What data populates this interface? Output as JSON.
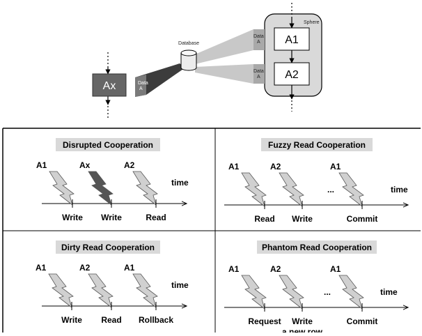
{
  "top": {
    "sphere_label": "Sphere",
    "database_label": "Database",
    "data_label_line1": "Data",
    "data_label_line2": "A",
    "nodes": {
      "ax": "Ax",
      "a1": "A1",
      "a2": "A2"
    }
  },
  "colors": {
    "ax_box": "#666666",
    "sphere_fill": "#d9d9d9",
    "title_fill": "#d9d9d9",
    "bolt_light": "#d0d0d0",
    "bolt_dark": "#555555",
    "beam_light": "#c8c8c8",
    "beam_dark": "#3c3c3c"
  },
  "panels": [
    {
      "title": "Disrupted Cooperation",
      "actors": [
        "A1",
        "Ax",
        "A2"
      ],
      "bolts": [
        "light",
        "dark",
        "light"
      ],
      "events": [
        "Write",
        "Write",
        "Read"
      ],
      "time_label": "time",
      "ellipsis": ""
    },
    {
      "title": "Fuzzy Read Cooperation",
      "actors": [
        "A1",
        "A2",
        "A1"
      ],
      "bolts": [
        "light",
        "light",
        "light"
      ],
      "events": [
        "Read",
        "Write",
        "Commit"
      ],
      "time_label": "time",
      "ellipsis": "..."
    },
    {
      "title": "Dirty Read Cooperation",
      "actors": [
        "A1",
        "A2",
        "A1"
      ],
      "bolts": [
        "light",
        "light",
        "light"
      ],
      "events": [
        "Write",
        "Read",
        "Rollback"
      ],
      "time_label": "time",
      "ellipsis": ""
    },
    {
      "title": "Phantom Read Cooperation",
      "actors": [
        "A1",
        "A2",
        "A1"
      ],
      "bolts": [
        "light",
        "light",
        "light"
      ],
      "events": [
        "Request",
        "Write",
        "Commit"
      ],
      "event_subtext": "a new row",
      "time_label": "time",
      "ellipsis": "..."
    }
  ]
}
